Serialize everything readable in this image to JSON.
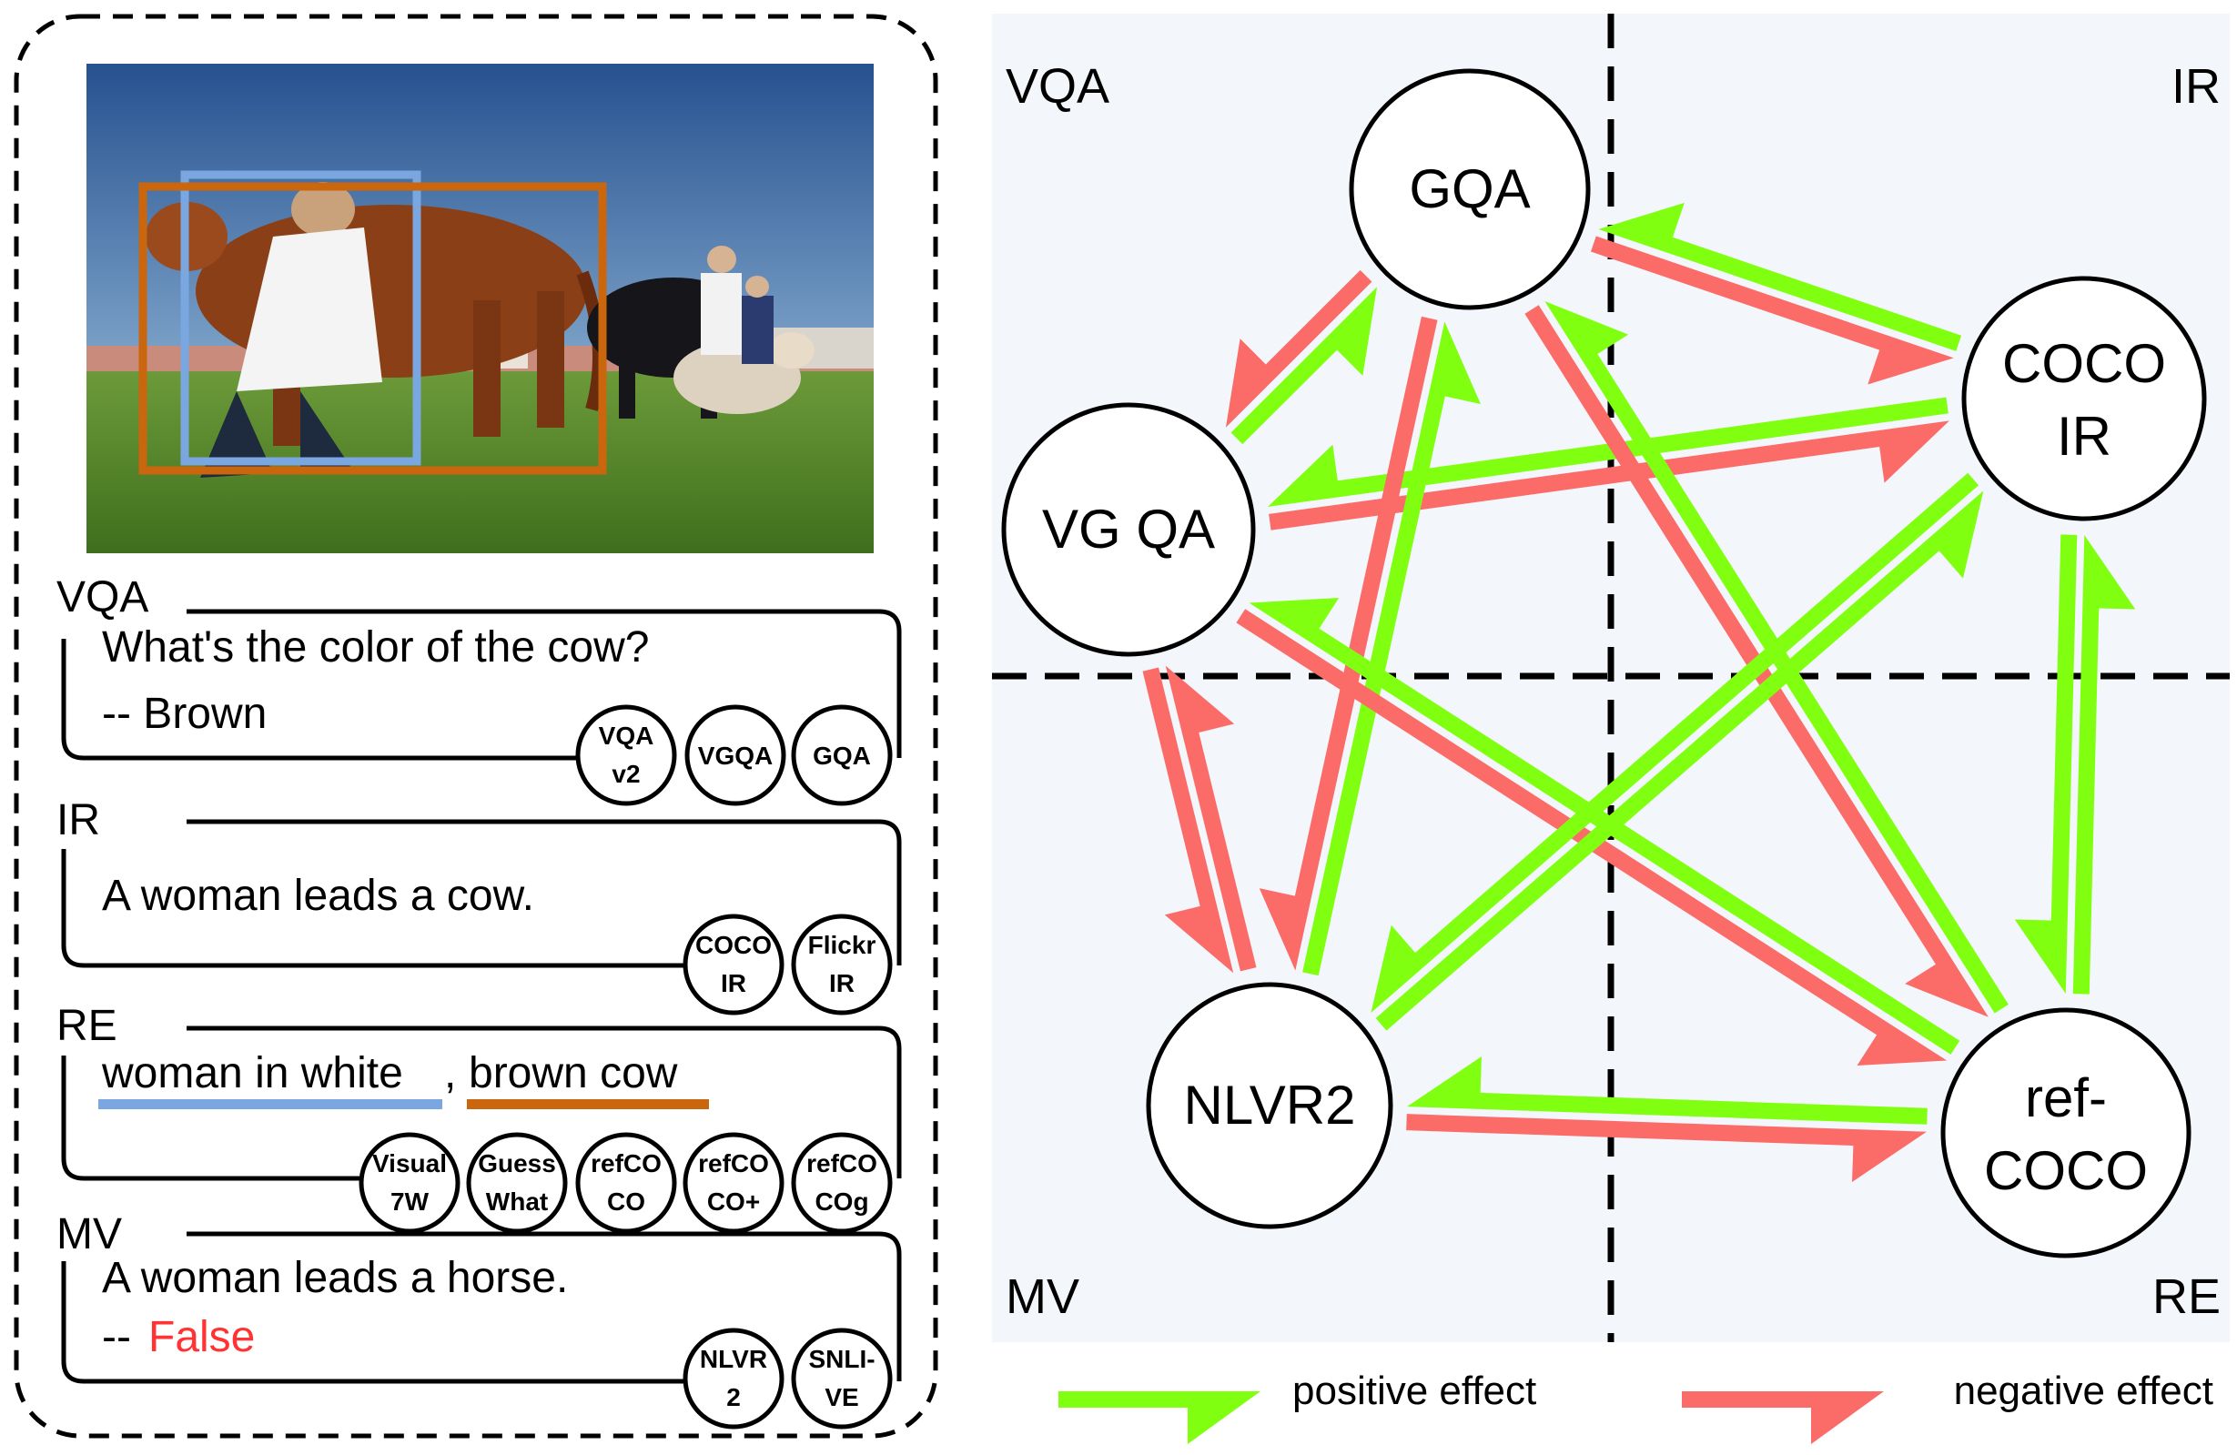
{
  "colors": {
    "positive": "#80ff10",
    "negative": "#fb6b68",
    "panel_bg": "#f3f6fb",
    "box_blue": "#7ba7e0",
    "box_orange": "#c9660e",
    "false_red": "#ff3333"
  },
  "photo": {
    "description_icon": "cow-show-photo-icon"
  },
  "tasks": [
    {
      "id": "vqa",
      "label": "VQA",
      "lines": [
        "What's the color of the cow?",
        "-- Brown"
      ],
      "badges": [
        [
          "VQA",
          "v2"
        ],
        [
          "VGQA"
        ],
        [
          "GQA"
        ]
      ]
    },
    {
      "id": "ir",
      "label": "IR",
      "lines": [
        "A woman leads a cow."
      ],
      "badges": [
        [
          "COCO",
          "IR"
        ],
        [
          "Flickr",
          "IR"
        ]
      ]
    },
    {
      "id": "re",
      "label": "RE",
      "lines": [],
      "re_phrase_1": "woman in white",
      "re_sep": ",",
      "re_phrase_2": "brown cow",
      "badges": [
        [
          "Visual",
          "7W"
        ],
        [
          "Guess",
          "What"
        ],
        [
          "refCO",
          "CO"
        ],
        [
          "refCO",
          "CO+"
        ],
        [
          "refCO",
          "COg"
        ]
      ]
    },
    {
      "id": "mv",
      "label": "MV",
      "lines": [
        "A woman leads a horse."
      ],
      "mv_prefix": "-- ",
      "mv_answer": "False",
      "badges": [
        [
          "NLVR",
          "2"
        ],
        [
          "SNLI-",
          "VE"
        ]
      ]
    }
  ],
  "quadrants": {
    "top_left": "VQA",
    "top_right": "IR",
    "bottom_left": "MV",
    "bottom_right": "RE"
  },
  "nodes": [
    {
      "id": "gqa",
      "lines": [
        "GQA"
      ]
    },
    {
      "id": "cocoir",
      "lines": [
        "COCO",
        "IR"
      ]
    },
    {
      "id": "vgqa",
      "lines": [
        "VG QA"
      ]
    },
    {
      "id": "nlvr2",
      "lines": [
        "NLVR2"
      ]
    },
    {
      "id": "refcoco",
      "lines": [
        "ref-",
        "COCO"
      ]
    }
  ],
  "edges": [
    {
      "from": "vgqa",
      "to": "gqa",
      "effect": "positive"
    },
    {
      "from": "gqa",
      "to": "vgqa",
      "effect": "negative"
    },
    {
      "from": "gqa",
      "to": "cocoir",
      "effect": "negative"
    },
    {
      "from": "cocoir",
      "to": "gqa",
      "effect": "positive"
    },
    {
      "from": "vgqa",
      "to": "cocoir",
      "effect": "negative"
    },
    {
      "from": "cocoir",
      "to": "vgqa",
      "effect": "positive"
    },
    {
      "from": "nlvr2",
      "to": "gqa",
      "effect": "positive"
    },
    {
      "from": "gqa",
      "to": "nlvr2",
      "effect": "negative"
    },
    {
      "from": "refcoco",
      "to": "gqa",
      "effect": "positive"
    },
    {
      "from": "gqa",
      "to": "refcoco",
      "effect": "negative"
    },
    {
      "from": "vgqa",
      "to": "nlvr2",
      "effect": "negative"
    },
    {
      "from": "nlvr2",
      "to": "vgqa",
      "effect": "negative"
    },
    {
      "from": "vgqa",
      "to": "refcoco",
      "effect": "negative"
    },
    {
      "from": "refcoco",
      "to": "vgqa",
      "effect": "positive"
    },
    {
      "from": "nlvr2",
      "to": "cocoir",
      "effect": "positive"
    },
    {
      "from": "cocoir",
      "to": "nlvr2",
      "effect": "positive"
    },
    {
      "from": "nlvr2",
      "to": "refcoco",
      "effect": "negative"
    },
    {
      "from": "refcoco",
      "to": "nlvr2",
      "effect": "positive"
    },
    {
      "from": "cocoir",
      "to": "refcoco",
      "effect": "positive"
    },
    {
      "from": "refcoco",
      "to": "cocoir",
      "effect": "positive"
    }
  ],
  "legend": {
    "positive_label": "positive effect",
    "negative_label": "negative effect"
  }
}
